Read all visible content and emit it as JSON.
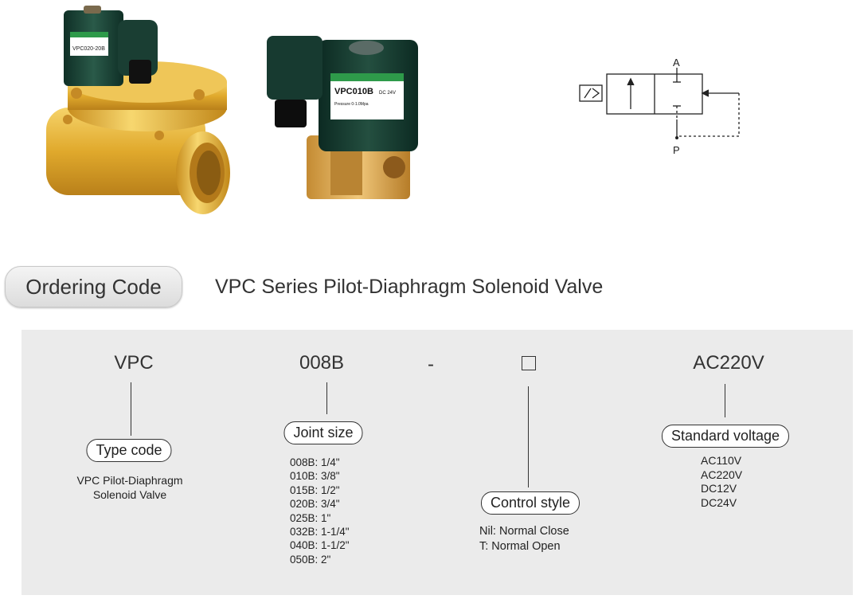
{
  "images": {
    "valve_large": {
      "label": "VPC020-20B",
      "icon": "solenoid-valve-large-image"
    },
    "valve_small": {
      "label_model": "VPC010B",
      "label_voltage": "DC 24V",
      "label_pressure": "Pressure 0-1.0Mpa",
      "icon": "solenoid-valve-small-image"
    }
  },
  "symbol": {
    "port_a": "A",
    "port_p": "P"
  },
  "heading": {
    "badge": "Ordering Code",
    "title": "VPC Series Pilot-Diaphragm Solenoid Valve"
  },
  "ordering": {
    "type_code": {
      "code": "VPC",
      "label": "Type code",
      "desc": [
        "VPC Pilot-Diaphragm",
        "Solenoid Valve"
      ]
    },
    "joint_size": {
      "code": "008B",
      "label": "Joint size",
      "options": [
        "008B: 1/4\"",
        "010B: 3/8\"",
        "015B: 1/2\"",
        "020B: 3/4\"",
        "025B: 1\"",
        "032B: 1-1/4\"",
        "040B: 1-1/2\"",
        "050B: 2\""
      ]
    },
    "separator": "-",
    "control_style": {
      "code_symbol": "empty-square-placeholder",
      "label": "Control style",
      "options": [
        "Nil: Normal Close",
        "T: Normal Open"
      ]
    },
    "voltage": {
      "code": "AC220V",
      "label": "Standard voltage",
      "options": [
        "AC110V",
        "AC220V",
        "DC12V",
        "DC24V"
      ]
    }
  },
  "colors": {
    "brass": "#d9a12a",
    "coil": "#1f4a3c",
    "label_green": "#2e9a4a",
    "panel": "#ebebeb"
  }
}
